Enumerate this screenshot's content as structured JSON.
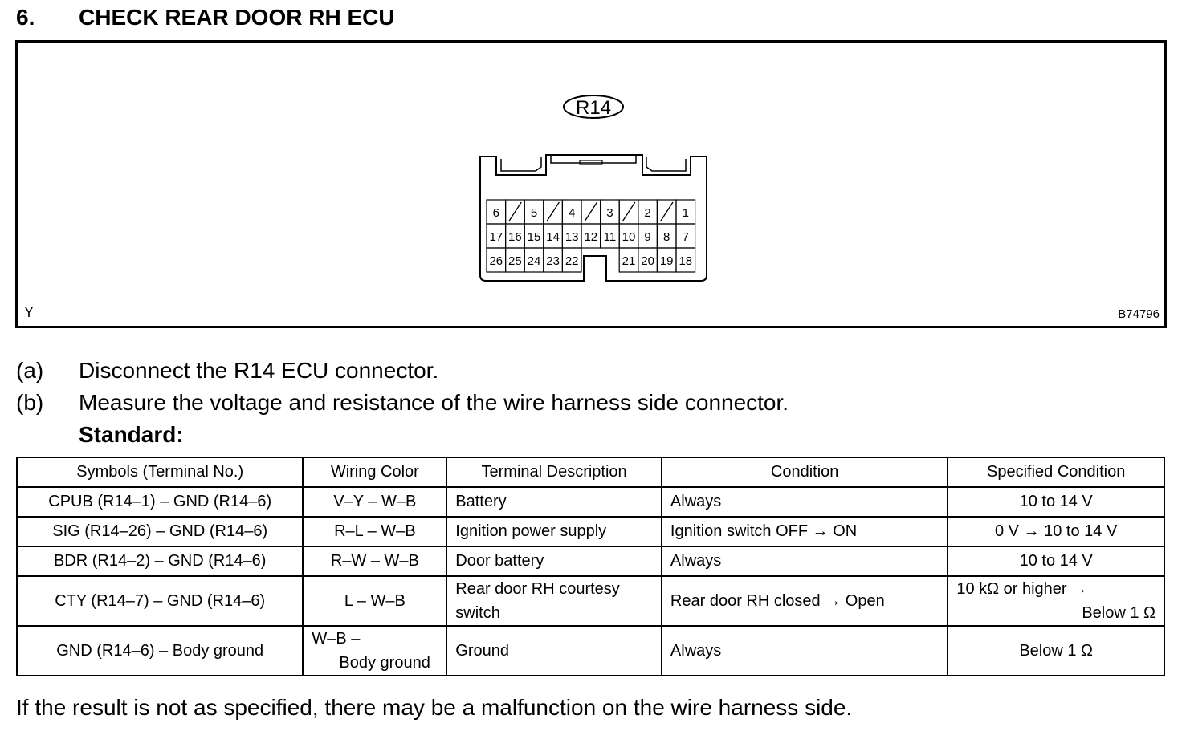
{
  "heading": {
    "number": "6.",
    "title": "CHECK REAR DOOR RH ECU"
  },
  "figure": {
    "connector_label": "R14",
    "corner_letter": "Y",
    "figure_code": "B74796",
    "pins_row1": [
      "6",
      "5",
      "4",
      "3",
      "2",
      "1"
    ],
    "pins_row2": [
      "17",
      "16",
      "15",
      "14",
      "13",
      "12",
      "11",
      "10",
      "9",
      "8",
      "7"
    ],
    "pins_row3_left": [
      "26",
      "25",
      "24",
      "23",
      "22"
    ],
    "pins_row3_right": [
      "21",
      "20",
      "19",
      "18"
    ]
  },
  "steps": [
    {
      "label": "(a)",
      "text": "Disconnect the R14 ECU connector."
    },
    {
      "label": "(b)",
      "text": "Measure the voltage and resistance of the wire harness side connector."
    }
  ],
  "standard_label": "Standard:",
  "table": {
    "headers": [
      "Symbols (Terminal No.)",
      "Wiring Color",
      "Terminal Description",
      "Condition",
      "Specified Condition"
    ],
    "rows": [
      {
        "symbols": "CPUB (R14–1) – GND (R14–6)",
        "wiring": "V–Y – W–B",
        "description": "Battery",
        "condition": "Always",
        "specified": "10 to 14 V"
      },
      {
        "symbols": "SIG (R14–26) – GND (R14–6)",
        "wiring": "R–L – W–B",
        "description": "Ignition power supply",
        "condition": "Ignition switch OFF → ON",
        "specified": "0 V → 10 to 14 V"
      },
      {
        "symbols": "BDR (R14–2) – GND (R14–6)",
        "wiring": "R–W – W–B",
        "description": "Door battery",
        "condition": "Always",
        "specified": "10 to 14 V"
      },
      {
        "symbols": "CTY (R14–7) – GND (R14–6)",
        "wiring": "L – W–B",
        "description_line1": "Rear door RH courtesy",
        "description_line2": "switch",
        "condition": "Rear door RH closed → Open",
        "specified_line1": "10 kΩ or higher →",
        "specified_line2": "Below 1 Ω"
      },
      {
        "symbols": "GND (R14–6) – Body ground",
        "wiring_line1": "W–B –",
        "wiring_line2": "Body ground",
        "description": "Ground",
        "condition": "Always",
        "specified": "Below 1 Ω"
      }
    ]
  },
  "footer": "If the result is not as specified, there may be a malfunction on the wire harness side."
}
